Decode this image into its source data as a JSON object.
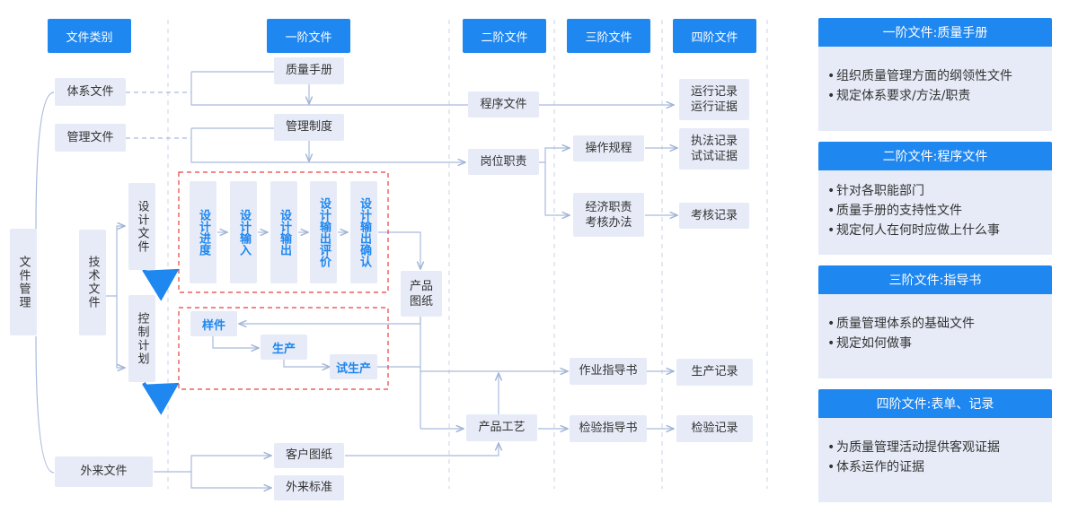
{
  "headers": {
    "category": "文件类别",
    "level1": "一阶文件",
    "level2": "二阶文件",
    "level3": "三阶文件",
    "level4": "四阶文件"
  },
  "category": {
    "file_management": "文件管理",
    "system_files": "体系文件",
    "management_files": "管理文件",
    "technical_files": "技术文件",
    "design_files": "设计文件",
    "control_plan": "控制计划",
    "external_files": "外来文件"
  },
  "level1": {
    "quality_manual": "质量手册",
    "management_system": "管理制度",
    "customer_drawing": "客户图纸",
    "external_standard": "外来标准"
  },
  "design_steps": [
    "设计进度",
    "设计输入",
    "设计输出",
    "设计输出评价",
    "设计输出确认"
  ],
  "control_steps": [
    "样件",
    "生产",
    "试生产"
  ],
  "product_drawing": "产品图纸",
  "level2": {
    "procedure_files": "程序文件",
    "job_duties": "岗位职责",
    "product_process": "产品工艺"
  },
  "level3": {
    "operating_procedure": "操作规程",
    "economic_duty": "经济职责考核办法",
    "work_instruction": "作业指导书",
    "inspection_instruction": "检验指导书"
  },
  "level4": {
    "run_records": "运行记录运行证据",
    "enforcement_records": "执法记录试试证据",
    "assessment_records": "考核记录",
    "production_records": "生产记录",
    "inspection_records": "检验记录"
  },
  "panels": [
    {
      "title": "一阶文件:质量手册",
      "items": [
        "组织质量管理方面的纲领性文件",
        "规定体系要求/方法/职责"
      ]
    },
    {
      "title": "二阶文件:程序文件",
      "items": [
        "针对各职能部门",
        "质量手册的支持性文件",
        "规定何人在何时应做上什么事"
      ]
    },
    {
      "title": "三阶文件:指导书",
      "items": [
        "质量管理体系的基础文件",
        "规定如何做事"
      ]
    },
    {
      "title": "四阶文件:表单、记录",
      "items": [
        "为质量管理活动提供客观证据",
        "体系运作的证据"
      ]
    }
  ]
}
